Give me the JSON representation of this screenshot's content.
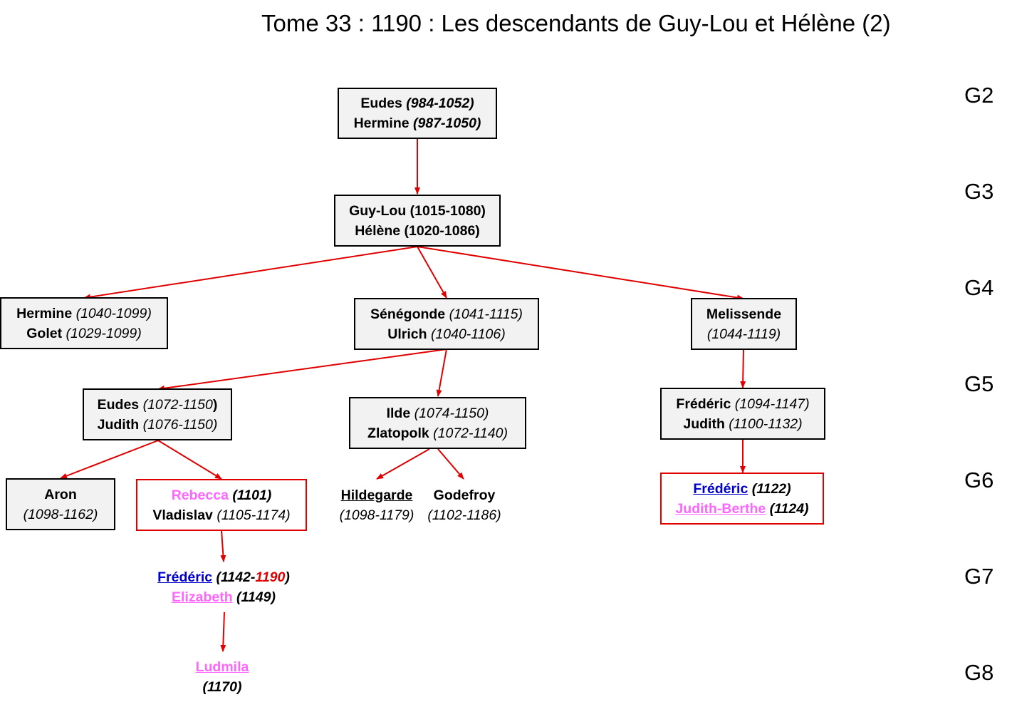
{
  "title": "Tome 33 : 1190 : Les descendants de Guy-Lou et Hélène (2)",
  "generations": [
    "G2",
    "G3",
    "G4",
    "G5",
    "G6",
    "G7",
    "G8"
  ],
  "colors": {
    "arrow": "#e00000",
    "box_fill": "#f2f2f2",
    "highlight_border": "#e00000",
    "blue_name": "#0000cc",
    "pink_name": "#ff66ff"
  },
  "nodes": {
    "eudes_hermine": {
      "name1": "Eudes",
      "dates1": "(984-1052)",
      "name2": "Hermine",
      "dates2": "(987-1050)"
    },
    "guylou_helene": {
      "line1": "Guy-Lou (1015-1080)",
      "line2": "Hélène (1020-1086)"
    },
    "hermine_golet": {
      "name1": "Hermine",
      "dates1": "(1040-1099)",
      "name2": "Golet",
      "dates2": "(1029-1099)"
    },
    "senegonde_ulrich": {
      "name1": "Sénégonde",
      "dates1": "(1041-1115)",
      "name2": "Ulrich",
      "dates2": "(1040-1106)"
    },
    "melissende": {
      "name1": "Melissende",
      "dates1": "(1044-1119)"
    },
    "eudes_judith": {
      "name1": "Eudes",
      "dates1": "(1072-1150",
      "close1": ")",
      "name2": "Judith",
      "dates2": "(1076-1150)"
    },
    "ilde_zlatopolk": {
      "name1": "Ilde",
      "dates1": "(1074-1150)",
      "name2": "Zlatopolk",
      "dates2": "(1072-1140)"
    },
    "frederic_judith": {
      "name1": "Frédéric",
      "dates1": "(1094-1147)",
      "name2": "Judith",
      "dates2": "(1100-1132)"
    },
    "aron": {
      "name1": "Aron",
      "dates1": "(1098-1162)"
    },
    "rebecca_vladislav": {
      "name1": "Rebecca",
      "dates1": "(1101)",
      "name2": "Vladislav",
      "dates2": "(1105-1174)"
    },
    "hildegarde": {
      "name1": "Hildegarde",
      "dates1": "(1098-1179)"
    },
    "godefroy": {
      "name1": "Godefroy",
      "dates1": "(1102-1186)"
    },
    "frederic_judithberthe": {
      "name1": "Frédéric",
      "dates1": "(1122)",
      "name2": "Judith-Berthe",
      "dates2": "(1124)"
    },
    "frederic_elizabeth": {
      "name1": "Frédéric",
      "dates1_a": "(1142-",
      "dates1_b": "1190",
      "dates1_c": ")",
      "name2": "Elizabeth",
      "dates2": "(1149)"
    },
    "ludmila": {
      "name1": "Ludmila",
      "dates1": "(1170)"
    }
  }
}
